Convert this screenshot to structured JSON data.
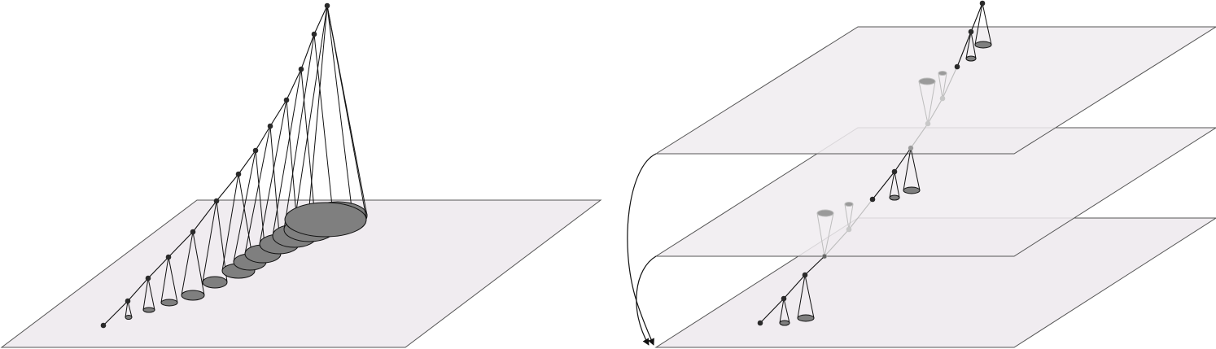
{
  "colors": {
    "plane_fill": "#f0ecf0",
    "plane_stroke": "#555555",
    "line": "#111111",
    "node": "#2a2a2a",
    "ellipse_fill": "#7f7f7f",
    "faded_line": "#bdbdbd",
    "faded_node": "#c8c8c8",
    "faded_ellipse": "#9a9a9a"
  },
  "left_panel": {
    "planes": 1,
    "nodes": 12,
    "cones": 12
  },
  "right_panel": {
    "planes": 3,
    "nodes": 14,
    "cones": 10,
    "arrows": 2
  }
}
